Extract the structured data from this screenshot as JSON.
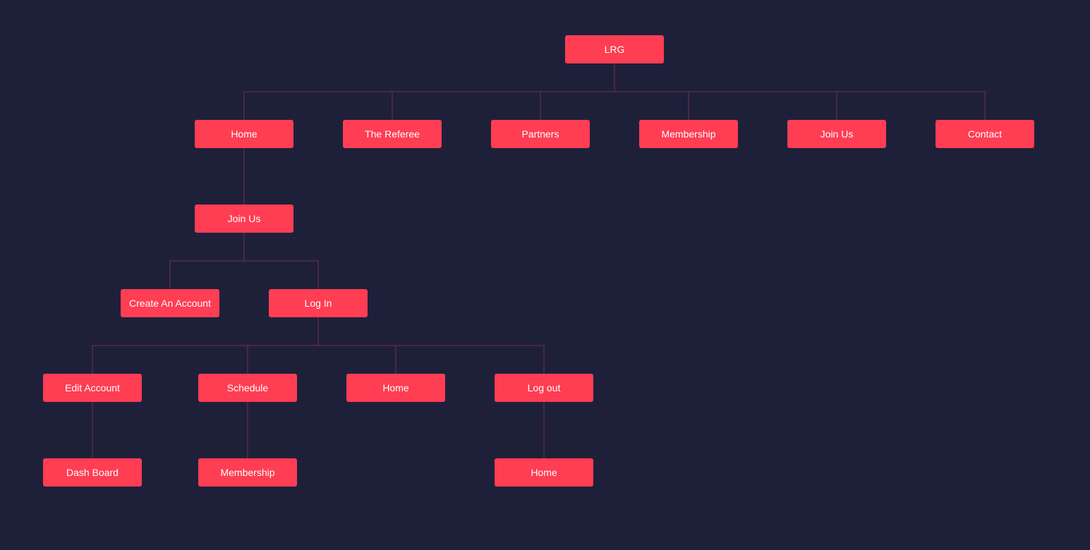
{
  "colors": {
    "background": "#1e203a",
    "node": "#ff3d53",
    "connector": "#7a2e46"
  },
  "nodes": {
    "lrg": "LRG",
    "home": "Home",
    "the_referee": "The Referee",
    "partners": "Partners",
    "membership": "Membership",
    "join_us": "Join Us",
    "contact": "Contact",
    "home_join_us": "Join Us",
    "create_account": "Create An Account",
    "log_in": "Log In",
    "edit_account": "Edit Account",
    "schedule": "Schedule",
    "login_home": "Home",
    "log_out": "Log out",
    "dash_board": "Dash Board",
    "schedule_membership": "Membership",
    "logout_home": "Home"
  },
  "edges": [
    [
      "lrg",
      "home"
    ],
    [
      "lrg",
      "the_referee"
    ],
    [
      "lrg",
      "partners"
    ],
    [
      "lrg",
      "membership"
    ],
    [
      "lrg",
      "join_us"
    ],
    [
      "lrg",
      "contact"
    ],
    [
      "home",
      "home_join_us"
    ],
    [
      "home_join_us",
      "create_account"
    ],
    [
      "home_join_us",
      "log_in"
    ],
    [
      "log_in",
      "edit_account"
    ],
    [
      "log_in",
      "schedule"
    ],
    [
      "log_in",
      "login_home"
    ],
    [
      "log_in",
      "log_out"
    ],
    [
      "edit_account",
      "dash_board"
    ],
    [
      "schedule",
      "schedule_membership"
    ],
    [
      "log_out",
      "logout_home"
    ]
  ]
}
